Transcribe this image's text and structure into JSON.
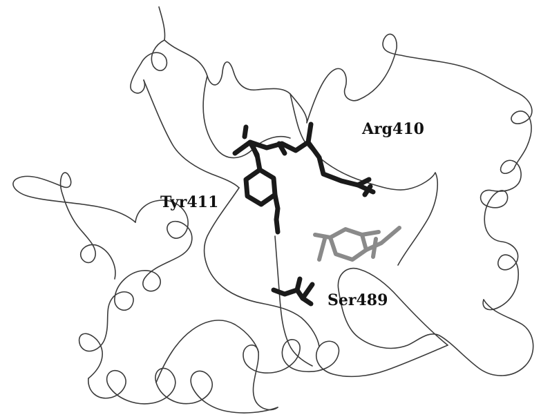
{
  "labels": {
    "arg": "Arg410",
    "tyr": "Tyr411",
    "ser": "Ser489"
  },
  "colors": {
    "background": "#ffffff",
    "ribbon": "#3a3a3a",
    "residue": "#1a1a1a",
    "ligand": "#8a8a8a",
    "label": "#111111"
  }
}
